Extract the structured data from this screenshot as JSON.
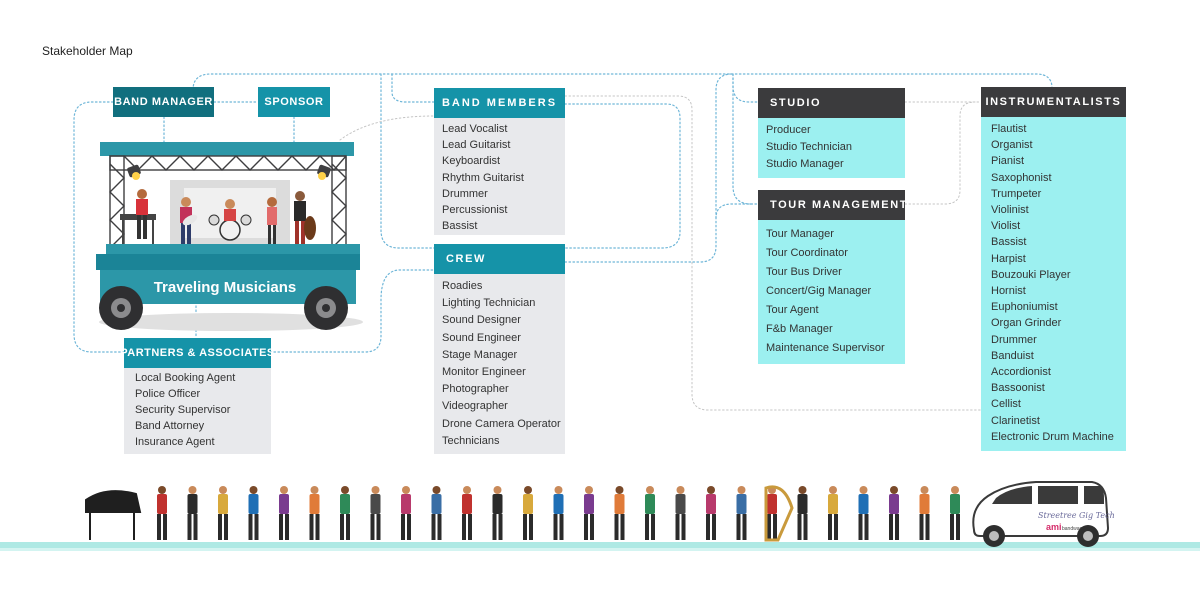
{
  "title": "Stakeholder Map",
  "stage_banner": "Traveling Musicians",
  "band_manager": {
    "label": "BAND MANAGER"
  },
  "sponsor": {
    "label": "SPONSOR"
  },
  "partners": {
    "label": "PARTNERS & ASSOCIATES",
    "items": [
      "Local Booking Agent",
      "Police Officer",
      "Security Supervisor",
      "Band Attorney",
      "Insurance Agent"
    ]
  },
  "band_members": {
    "label": "BAND MEMBERS",
    "items": [
      "Lead Vocalist",
      "Lead Guitarist",
      "Keyboardist",
      "Rhythm Guitarist",
      "Drummer",
      "Percussionist",
      "Bassist"
    ]
  },
  "crew": {
    "label": "CREW",
    "items": [
      "Roadies",
      "Lighting Technician",
      "Sound Designer",
      "Sound Engineer",
      "Stage Manager",
      "Monitor Engineer",
      "Photographer",
      "Videographer",
      "Drone Camera Operator",
      "Technicians"
    ]
  },
  "studio": {
    "label": "STUDIO",
    "items": [
      "Producer",
      "Studio Technician",
      "Studio Manager"
    ]
  },
  "tour_management": {
    "label": "TOUR MANAGEMENT",
    "items": [
      "Tour Manager",
      "Tour Coordinator",
      "Tour Bus Driver",
      "Concert/Gig Manager",
      "Tour Agent",
      "F&b Manager",
      "Maintenance Supervisor"
    ]
  },
  "instrumentalists": {
    "label": "INSTRUMENTALISTS",
    "items": [
      "Flautist",
      "Organist",
      "Pianist",
      "Saxophonist",
      "Trumpeter",
      "Violinist",
      "Violist",
      "Bassist",
      "Harpist",
      "Bouzouki Player",
      "Hornist",
      "Euphoniumist",
      "Organ Grinder",
      "Drummer",
      "Banduist",
      "Accordionist",
      "Bassoonist",
      "Cellist",
      "Clarinetist",
      "Electronic Drum Machine"
    ]
  },
  "vehicle": {
    "line1": "Streetree Gig Tech",
    "brand": "ami",
    "brand_suffix": "bandwagon"
  },
  "colors": {
    "teal": "#1593a8",
    "dark_teal": "#116f7e",
    "dark": "#3b3b3d",
    "cyan": "#9cf0f0",
    "grey": "#e8e9ec",
    "connector": "#6fb6d8"
  }
}
